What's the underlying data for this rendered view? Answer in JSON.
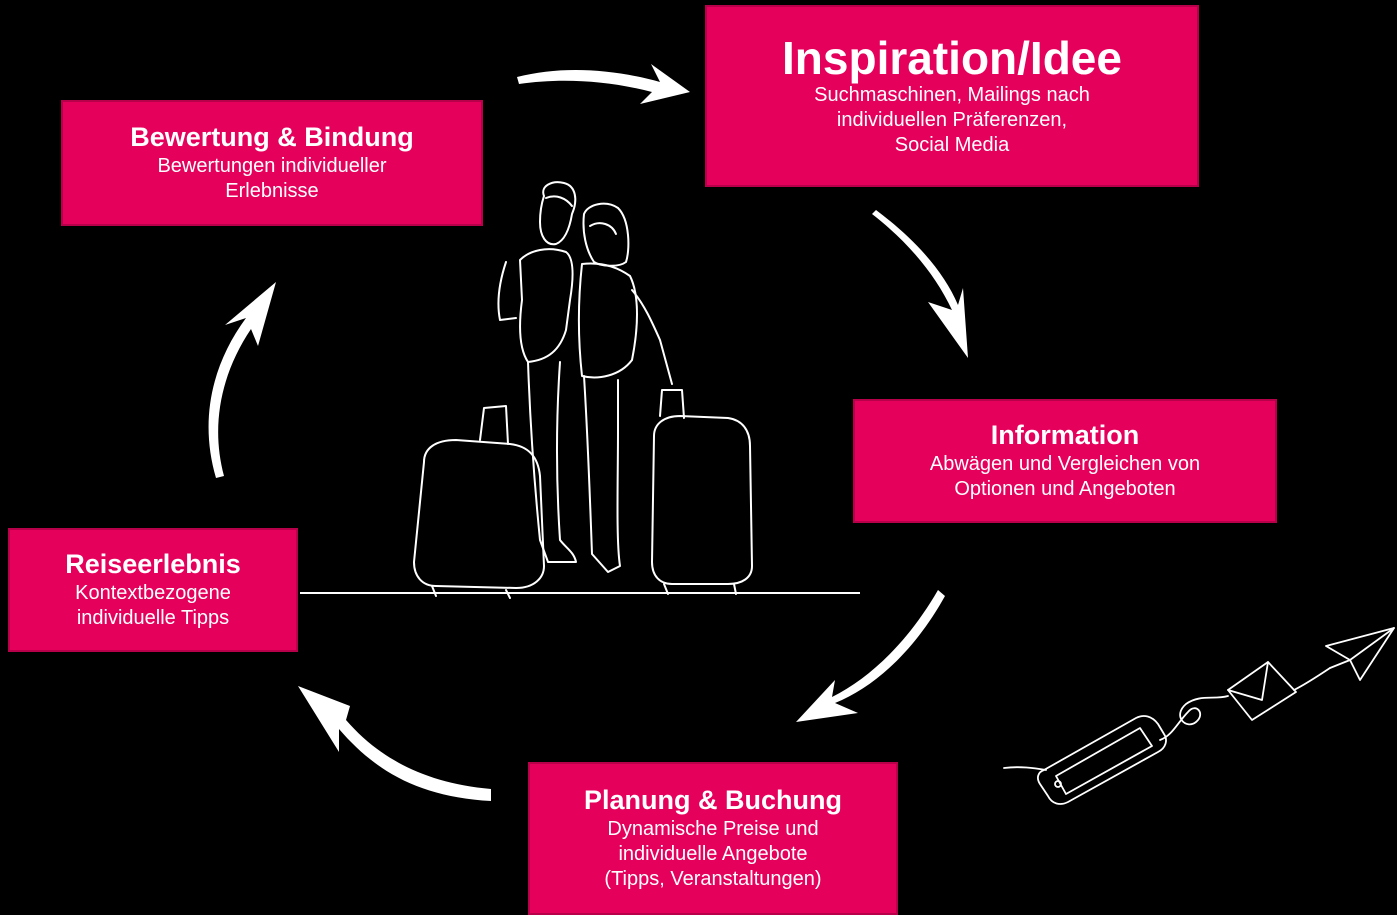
{
  "diagram": {
    "stages": [
      {
        "id": "inspiration",
        "title": "Inspiration/Idee",
        "description": "Suchmaschinen, Mailings nach\nindividuellen Präferenzen,\nSocial Media"
      },
      {
        "id": "information",
        "title": "Information",
        "description": "Abwägen und Vergleichen von\nOptionen und Angeboten"
      },
      {
        "id": "planung",
        "title": "Planung & Buchung",
        "description": "Dynamische Preise und\nindividuelle Angebote\n(Tipps, Veranstaltungen)"
      },
      {
        "id": "reise",
        "title": "Reiseerlebnis",
        "description": "Kontextbezogene\nindividuelle Tipps"
      },
      {
        "id": "bewertung",
        "title": "Bewertung & Bindung",
        "description": "Bewertungen individueller\nErlebnisse"
      }
    ],
    "colors": {
      "background": "#000000",
      "box": "#e5005c",
      "text": "#ffffff",
      "lines": "#ffffff"
    },
    "illustrations": {
      "center": "travel-couple-with-suitcases-line-art",
      "corner": "phone-email-paper-plane-line-art"
    },
    "arrows": [
      "arrow-top",
      "arrow-right",
      "arrow-bottom-right",
      "arrow-bottom-left",
      "arrow-left"
    ]
  }
}
